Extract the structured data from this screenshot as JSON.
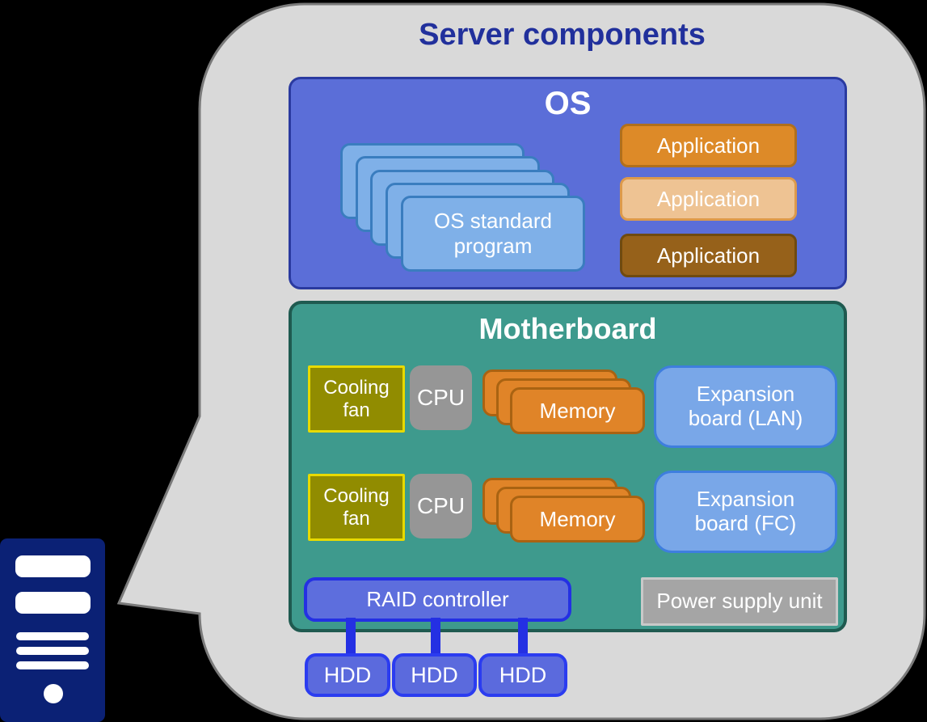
{
  "title": "Server components",
  "os": {
    "title": "OS",
    "program_label": "OS standard program",
    "applications": [
      {
        "label": "Application",
        "fill": "#dd8a28",
        "border": "#b06f1c"
      },
      {
        "label": "Application",
        "fill": "#eec393",
        "border": "#dd9a4b"
      },
      {
        "label": "Application",
        "fill": "#96611a",
        "border": "#6f4a10"
      }
    ]
  },
  "motherboard": {
    "title": "Motherboard",
    "rows": [
      {
        "cooling_fan": "Cooling fan",
        "cpu": "CPU",
        "memory": "Memory",
        "expansion": "Expansion board (LAN)"
      },
      {
        "cooling_fan": "Cooling fan",
        "cpu": "CPU",
        "memory": "Memory",
        "expansion": "Expansion board (FC)"
      }
    ],
    "raid_label": "RAID controller",
    "power_label": "Power supply unit"
  },
  "hdd": {
    "items": [
      "HDD",
      "HDD",
      "HDD"
    ]
  },
  "colors": {
    "background": "#000000",
    "bubble_fill": "#d9d9d9",
    "bubble_border": "#7a7a7a",
    "title_text": "#21309c",
    "os_fill": "#5b6ed8",
    "os_border": "#2a3aa0",
    "program_card_fill": "#7fb0e8",
    "program_card_border": "#3a7dbf",
    "motherboard_fill": "#3e9a8d",
    "motherboard_border": "#1f5a50",
    "cooling_fan_fill": "#918c00",
    "cooling_fan_border": "#e8da00",
    "cpu_fill": "#969696",
    "memory_fill": "#e08428",
    "memory_border": "#a96312",
    "expansion_fill": "#79a7e8",
    "expansion_border": "#3e7ede",
    "raid_fill": "#5d6edd",
    "raid_border": "#2430e3",
    "power_fill": "#a5a5a5",
    "power_border": "#c9c9c9",
    "hdd_fill": "#5b6add",
    "hdd_border": "#2b3cf0",
    "connector": "#2430e3",
    "server_icon_fill": "#0b2175",
    "label_text": "#ffffff"
  }
}
